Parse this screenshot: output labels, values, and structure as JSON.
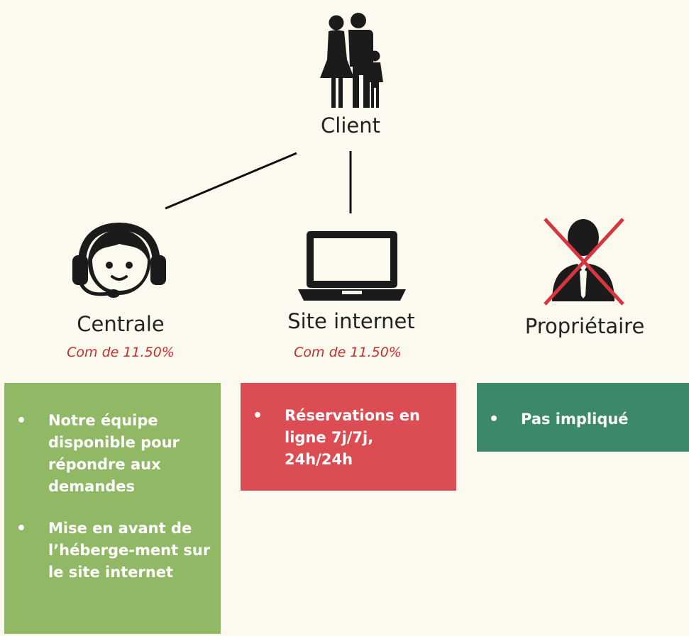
{
  "client": {
    "label": "Client",
    "icon": "family-icon"
  },
  "nodes": {
    "centrale": {
      "label": "Centrale",
      "commission": "Com de 11.50%",
      "icon": "headset-agent-icon",
      "box_color": "#91b965",
      "bullets": [
        "Notre équipe disponible pour répondre aux demandes",
        "Mise en avant de l’héberge-ment sur le site internet"
      ]
    },
    "site": {
      "label": "Site internet",
      "commission": "Com de 11.50%",
      "icon": "laptop-icon",
      "box_color": "#dc4c53",
      "bullets": [
        "Réservations en ligne 7j/7j, 24h/24h"
      ]
    },
    "proprietaire": {
      "label": "Propriétaire",
      "icon": "businessman-crossed-icon",
      "box_color": "#3b886a",
      "bullets": [
        "Pas impliqué"
      ]
    }
  },
  "colors": {
    "background": "#fcfaef",
    "icon": "#1b1b1b",
    "cross": "#d6363f",
    "commission_text": "#cc2e2e"
  }
}
